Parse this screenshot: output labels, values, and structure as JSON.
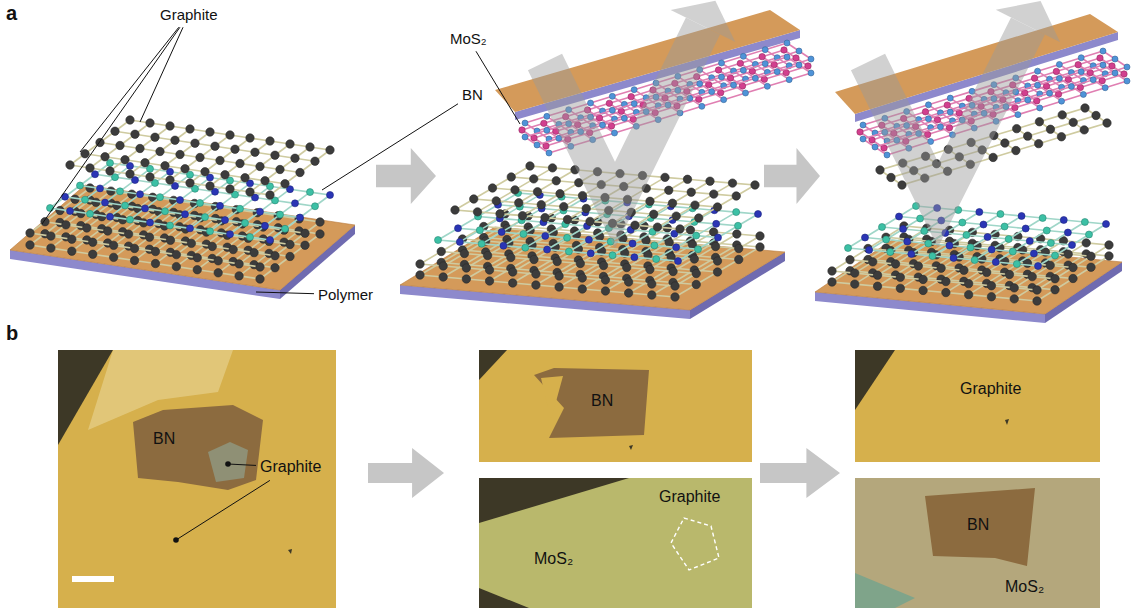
{
  "diagram": {
    "nodes": [
      {
        "text": [
          "BN",
          "Graphite"
        ]
      },
      {
        "text": [
          "BN"
        ]
      },
      {
        "text": [
          "MoS₂",
          "Graphite"
        ]
      },
      {
        "text": [
          "Graphite"
        ]
      },
      {
        "text": [
          "BN",
          "MoS₂"
        ]
      }
    ],
    "labels": [
      "a",
      "Graphite",
      "MoS₂",
      "BN",
      "Polymer",
      "b"
    ]
  }
}
